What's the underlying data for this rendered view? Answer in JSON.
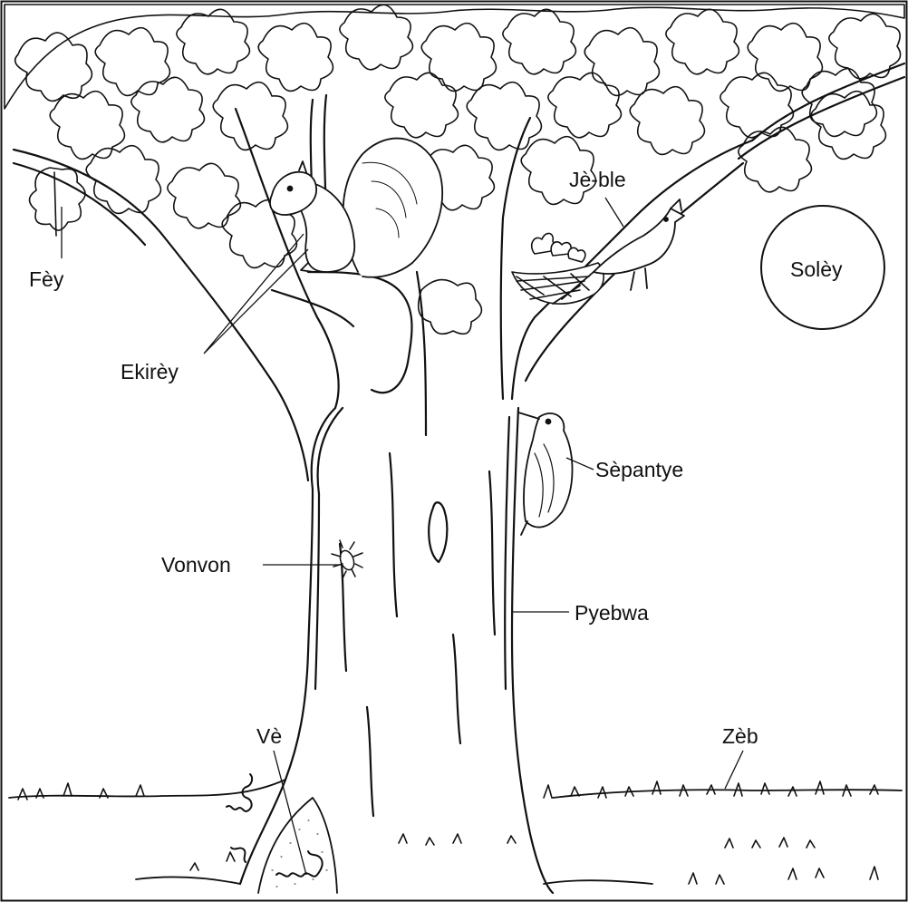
{
  "diagram": {
    "labels": {
      "fey": "Fèy",
      "ekirey": "Ekirèy",
      "jeble": "Jè-ble",
      "soley": "Solèy",
      "sepantye": "Sèpantye",
      "vonvon": "Vonvon",
      "pyebwa": "Pyebwa",
      "ve": "Vè",
      "zeb": "Zèb"
    },
    "colors": {
      "ink": "#111111",
      "background": "#ffffff"
    },
    "icons": [
      "leaf-icon",
      "squirrel-icon",
      "blue-jay-icon",
      "nest-icon",
      "woodpecker-icon",
      "beetle-icon",
      "worm-icon",
      "sun-icon",
      "grass-icon"
    ]
  }
}
